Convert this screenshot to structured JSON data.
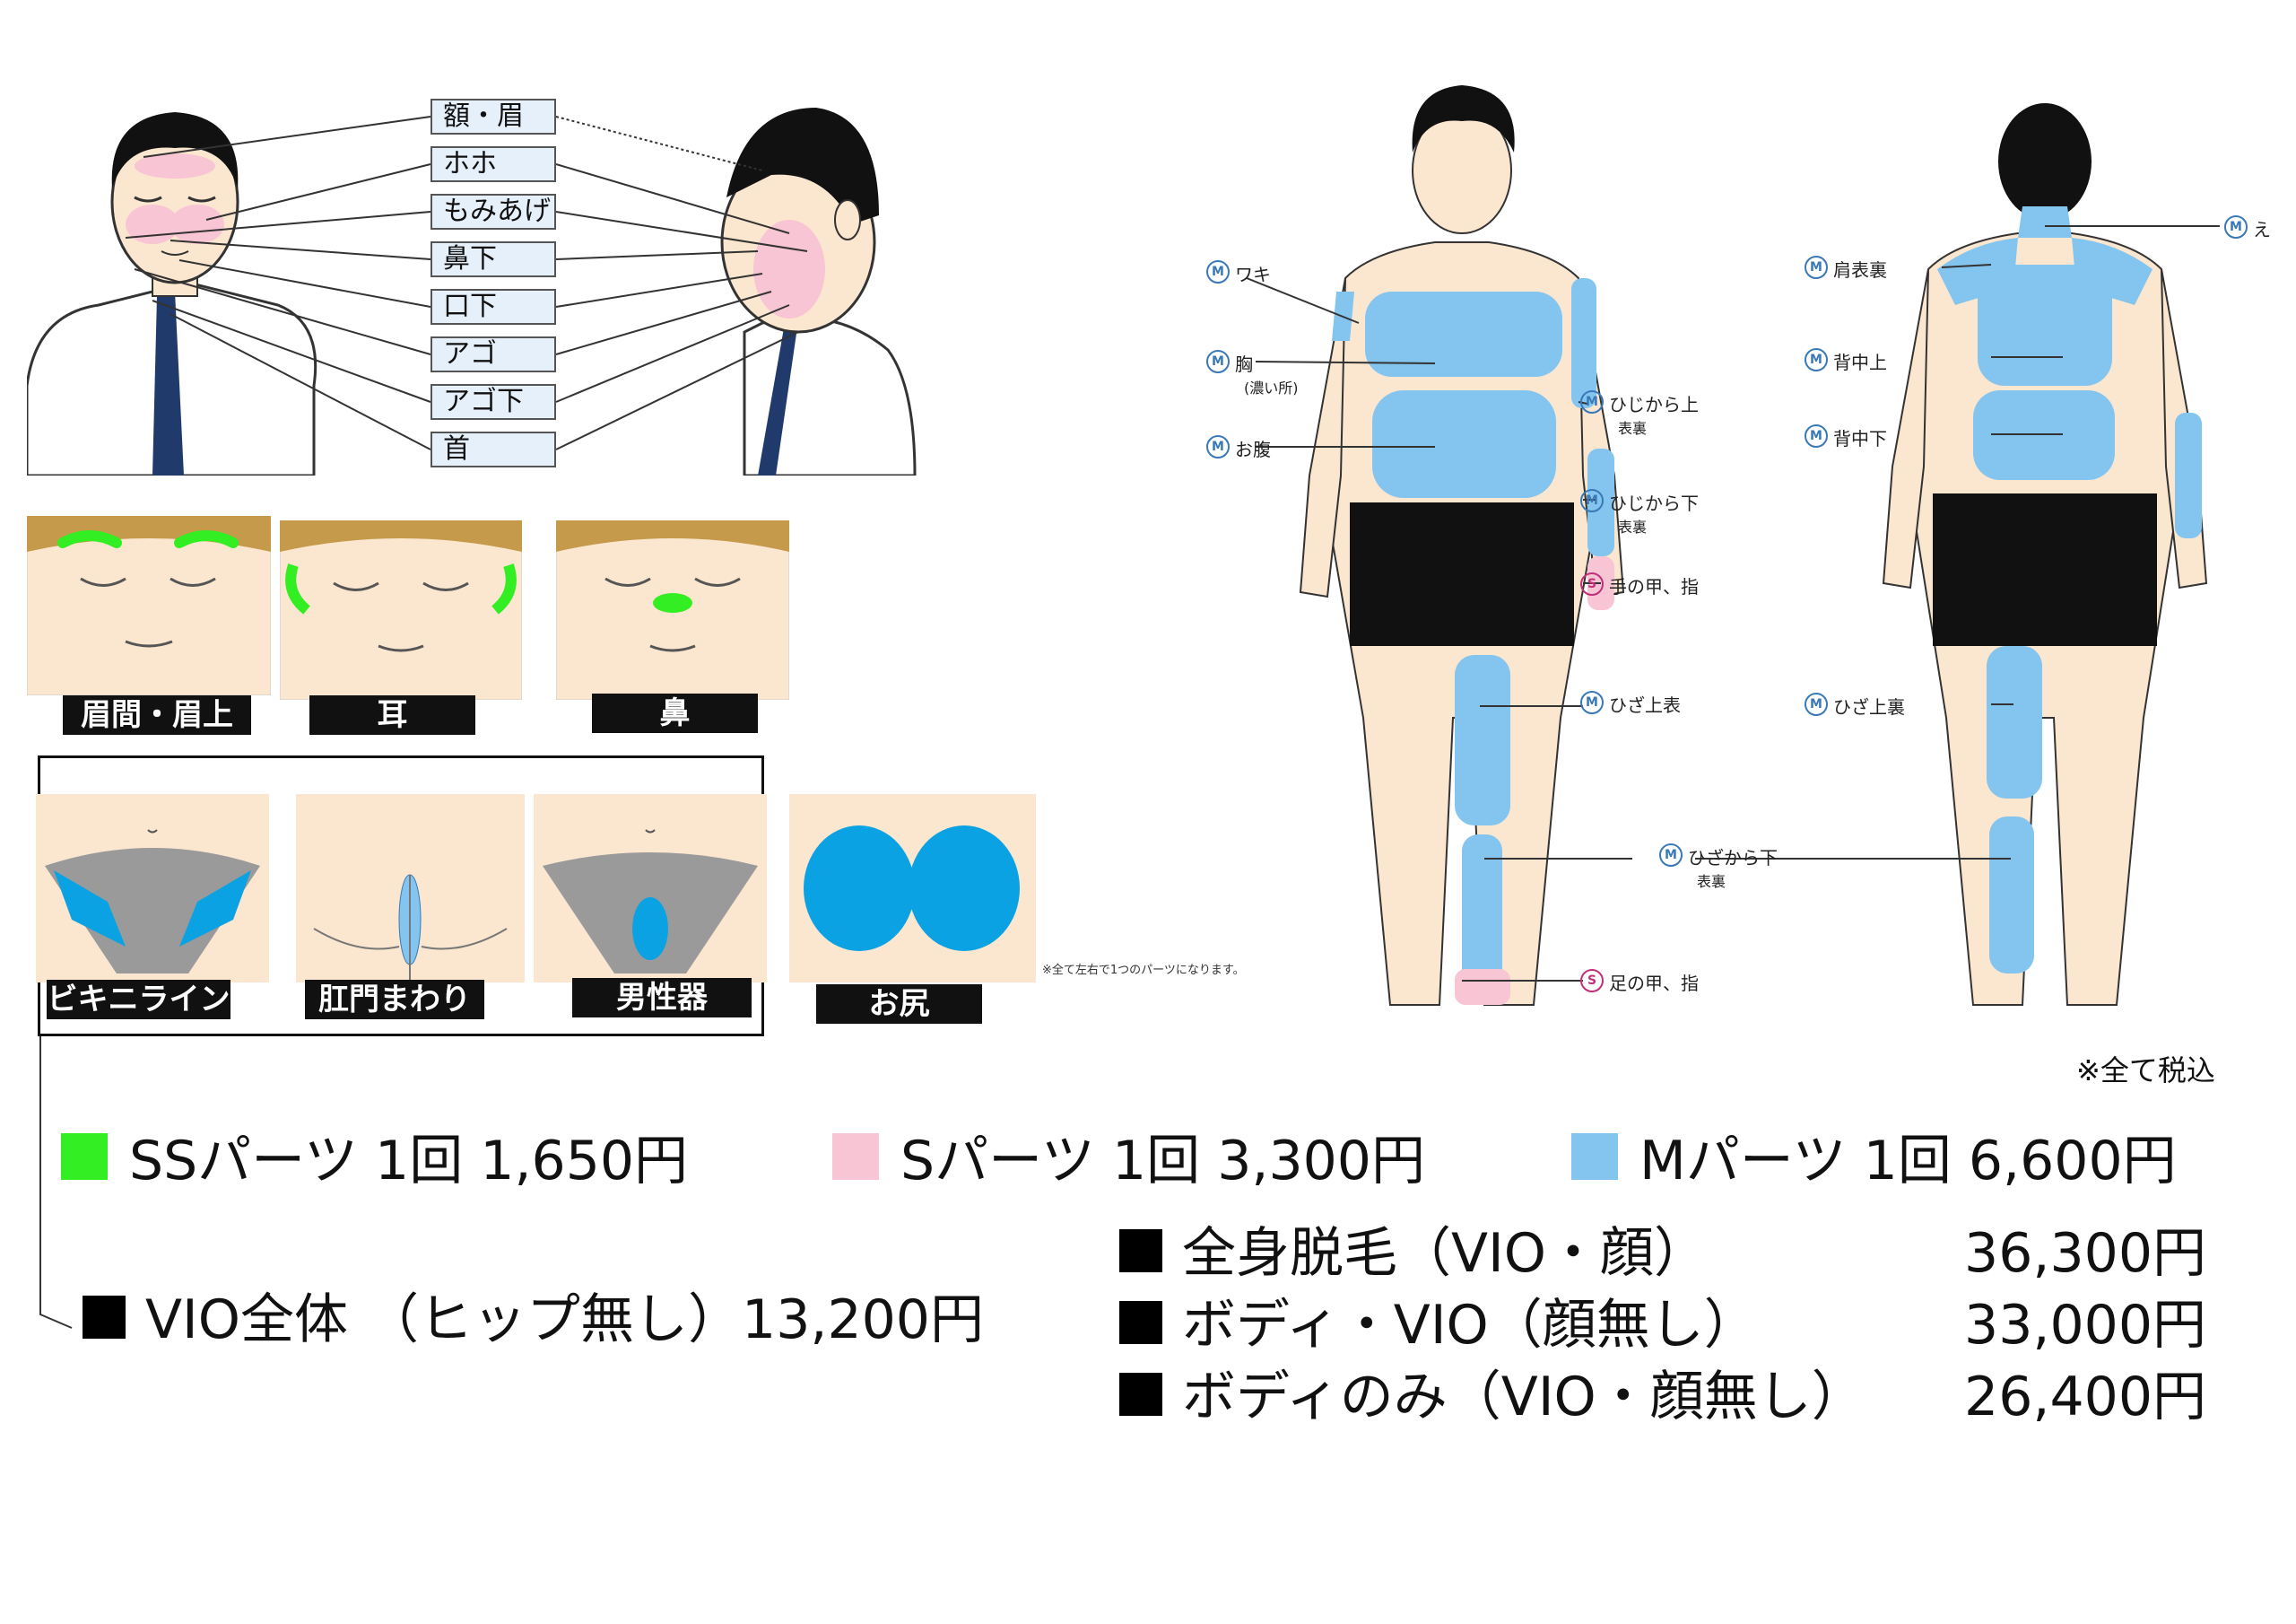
{
  "face_labels": [
    "額・眉",
    "ホホ",
    "もみあげ",
    "鼻下",
    "口下",
    "アゴ",
    "アゴ下",
    "首"
  ],
  "ss_parts": [
    {
      "label": "眉間・眉上",
      "icon": "eyebrow-area-face-icon"
    },
    {
      "label": "耳",
      "icon": "ear-area-face-icon"
    },
    {
      "label": "鼻",
      "icon": "nose-area-face-icon"
    }
  ],
  "vio_parts": [
    {
      "label": "ビキニライン",
      "icon": "bikini-line-icon"
    },
    {
      "label": "肛門まわり",
      "icon": "anal-area-icon"
    },
    {
      "label": "男性器",
      "icon": "genital-area-icon"
    }
  ],
  "hip_part": {
    "label": "お尻",
    "icon": "hip-icon"
  },
  "vio_note": "※全て左右で1つのパーツになります。",
  "front_body_labels": [
    {
      "badge": "M",
      "text": "ワキ"
    },
    {
      "badge": "M",
      "text": "胸",
      "sub": "(濃い所)"
    },
    {
      "badge": "M",
      "text": "お腹"
    },
    {
      "badge": "M",
      "text": "ひじから上",
      "sub": "表裏"
    },
    {
      "badge": "M",
      "text": "ひじから下",
      "sub": "表裏"
    },
    {
      "badge": "S",
      "text": "手の甲、指"
    },
    {
      "badge": "M",
      "text": "ひざ上表"
    },
    {
      "badge": "M",
      "text": "ひざから下",
      "sub": "表裏"
    },
    {
      "badge": "S",
      "text": "足の甲、指"
    }
  ],
  "back_body_labels": [
    {
      "badge": "M",
      "text": "え"
    },
    {
      "badge": "M",
      "text": "肩表裏"
    },
    {
      "badge": "M",
      "text": "背中上"
    },
    {
      "badge": "M",
      "text": "背中下"
    },
    {
      "badge": "M",
      "text": "ひざ上裏"
    }
  ],
  "tax_note": "※全て税込",
  "legend": [
    {
      "text": "SSパーツ 1回 1,650円",
      "color": "#33ee22"
    },
    {
      "text": "Sパーツ 1回 3,300円",
      "color": "#f8c5d4"
    },
    {
      "text": "Mパーツ 1回 6,600円",
      "color": "#84c5ef"
    }
  ],
  "vio_plan": "VIO全体 （ヒップ無し）13,200円",
  "plans": [
    {
      "name": "全身脱毛（VIO・顔）",
      "price": "36,300円"
    },
    {
      "name": "ボディ・VIO（顔無し）",
      "price": "33,000円"
    },
    {
      "name": "ボディのみ（VIO・顔無し）",
      "price": "26,400円"
    }
  ],
  "colors": {
    "ss": "#33ee22",
    "s": "#f8c5d4",
    "m": "#84c5ef",
    "vio_blue": "#0aa2e2",
    "skin": "#fbe6cf",
    "label_bg": "#e6f0fb"
  }
}
